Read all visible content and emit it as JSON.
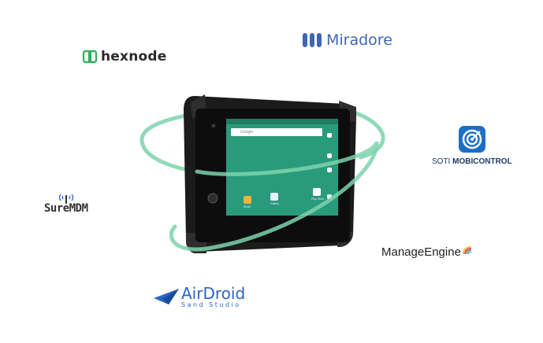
{
  "logos": {
    "hexnode": "hexnode",
    "miradore": "Miradore",
    "soti_prefix": "SOTI ",
    "soti_bold": "MOBICONTROL",
    "suremdm": "SureMDM",
    "manageengine": "ManageEngine",
    "airdroid": "AirDroid",
    "airdroid_sub": "Sand Studio"
  },
  "tablet": {
    "search_placeholder": "Google",
    "apps": [
      "Email",
      "Gallery",
      "Play Store"
    ]
  },
  "colors": {
    "orbit": "#5cc79a",
    "hexnode": "#2fb05a",
    "miradore": "#3f66b0",
    "soti": "#1d6fc4",
    "airdroid": "#2b65c6",
    "android_bg": "#2a9a7c"
  }
}
